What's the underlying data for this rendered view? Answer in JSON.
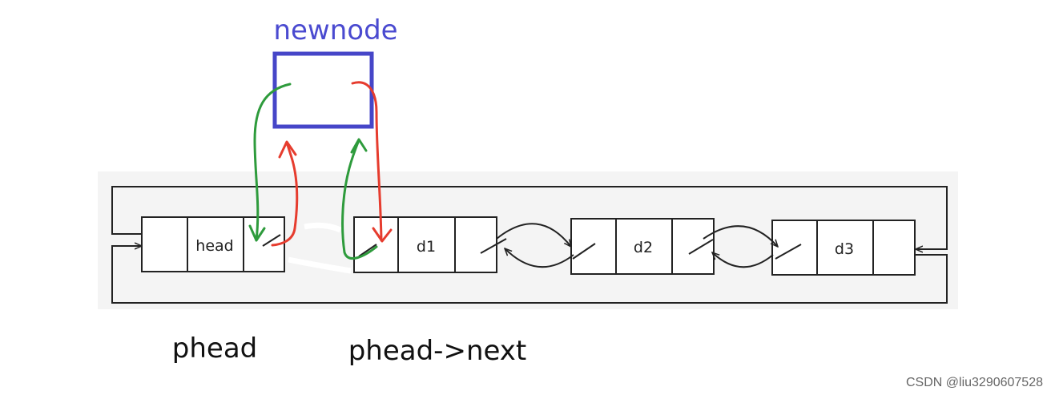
{
  "diagram": {
    "newnode_label": "newnode",
    "nodes": [
      {
        "id": "head",
        "label": "head"
      },
      {
        "id": "d1",
        "label": "d1"
      },
      {
        "id": "d2",
        "label": "d2"
      },
      {
        "id": "d3",
        "label": "d3"
      }
    ],
    "captions": {
      "phead": "phead",
      "phead_next": "phead->next"
    },
    "watermark": "CSDN @liu3290607528",
    "colors": {
      "newnode_box": "#4646c8",
      "newnode_text": "#4a4ad0",
      "green_arrow": "#2e9b3c",
      "red_arrow": "#e63c2e",
      "list_lines": "#222222",
      "list_background": "#f3f3f3"
    }
  }
}
